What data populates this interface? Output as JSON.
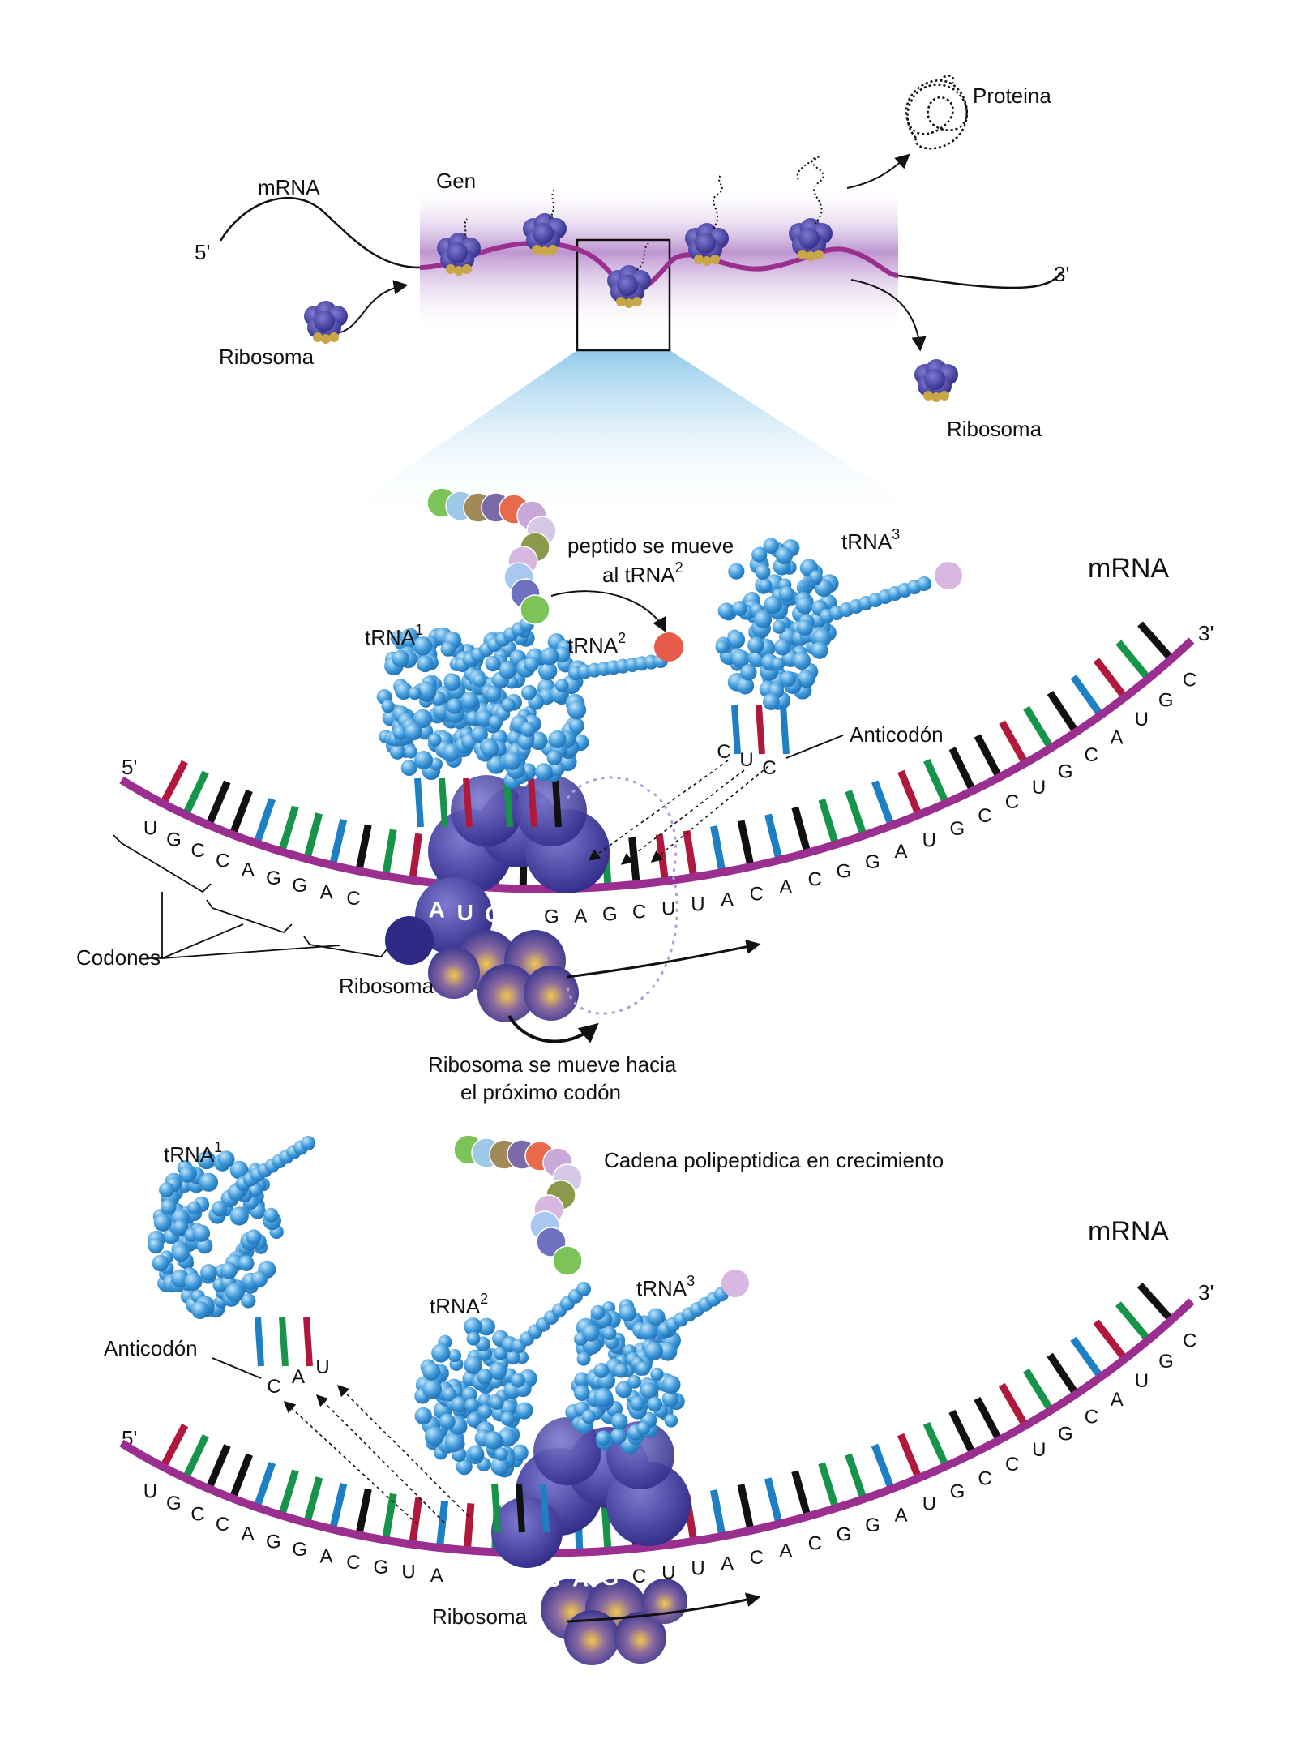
{
  "colors": {
    "mrna_backbone": "#9b2f8f",
    "A": "#1d7fc4",
    "U": "#b0193c",
    "G": "#16944a",
    "C": "#111111",
    "trna": "#3b97d9",
    "ribosome": "#3a3699",
    "ribosome_core": "#c9a646",
    "gene_band": "#b07cc6",
    "zoom_cone": "#8cc8ea"
  },
  "icons": [
    "ribosome-icon",
    "trna-icon",
    "protein-coil-icon",
    "amino-acid-bead-icon",
    "arrow-icon"
  ],
  "overview": {
    "mrna_label": "mRNA",
    "five_prime": "5'",
    "three_prime": "3'",
    "gene_label": "Gen",
    "protein_label": "Proteina",
    "ribosome_in_label": "Ribosoma",
    "ribosome_out_label": "Ribosoma"
  },
  "panel1": {
    "mrna_label": "mRNA",
    "five_prime": "5'",
    "three_prime": "3'",
    "trna1": "tRNA",
    "trna1_sup": "1",
    "trna2": "tRNA",
    "trna2_sup": "2",
    "trna3": "tRNA",
    "trna3_sup": "3",
    "peptide_line1": "peptido se mueve",
    "peptide_line2": "al tRNA",
    "peptide_line2_sup": "2",
    "anticodon_label": "Anticodón",
    "anticodon_bases": [
      "C",
      "U",
      "C"
    ],
    "codons_label": "Codones",
    "ribosome_label": "Ribosoma",
    "move_line1": "Ribosoma se mueve hacia",
    "move_line2": "el próximo codón",
    "left_bases": [
      "U",
      "G",
      "C",
      "C",
      "A",
      "G",
      "G",
      "A",
      "C"
    ],
    "ribosome_bases": [
      "G",
      "U",
      "A",
      "U",
      "G",
      "C"
    ],
    "right_bases": [
      "G",
      "A",
      "G",
      "C",
      "U",
      "U",
      "A",
      "C",
      "A",
      "C",
      "G",
      "G",
      "A",
      "U",
      "G",
      "C",
      "C",
      "U",
      "G",
      "C",
      "A",
      "U",
      "G",
      "C"
    ]
  },
  "panel2": {
    "mrna_label": "mRNA",
    "five_prime": "5'",
    "three_prime": "3'",
    "trna1": "tRNA",
    "trna1_sup": "1",
    "trna2": "tRNA",
    "trna2_sup": "2",
    "trna3": "tRNA",
    "trna3_sup": "3",
    "chain_label": "Cadena polipeptidica en crecimiento",
    "anticodon_label": "Anticodón",
    "anticodon_bases": [
      "C",
      "A",
      "U"
    ],
    "ribosome_label": "Ribosoma",
    "left_bases": [
      "U",
      "G",
      "C",
      "C",
      "A",
      "G",
      "G",
      "A",
      "C",
      "G",
      "U",
      "A"
    ],
    "ribosome_bases": [
      "U",
      "G",
      "C",
      "G",
      "A",
      "G"
    ],
    "right_bases": [
      "C",
      "U",
      "U",
      "A",
      "C",
      "A",
      "C",
      "G",
      "G",
      "A",
      "U",
      "G",
      "C",
      "C",
      "U",
      "G",
      "C",
      "A",
      "U",
      "G",
      "C"
    ]
  },
  "peptide_beads": [
    "#7cc45a",
    "#9ec8e8",
    "#a08a5a",
    "#7a6aa8",
    "#e86a4a",
    "#c8a8d8",
    "#d8c8e8",
    "#8a9a4a",
    "#d8b8e0",
    "#a8c8f0",
    "#7070c0",
    "#7cc45a"
  ]
}
